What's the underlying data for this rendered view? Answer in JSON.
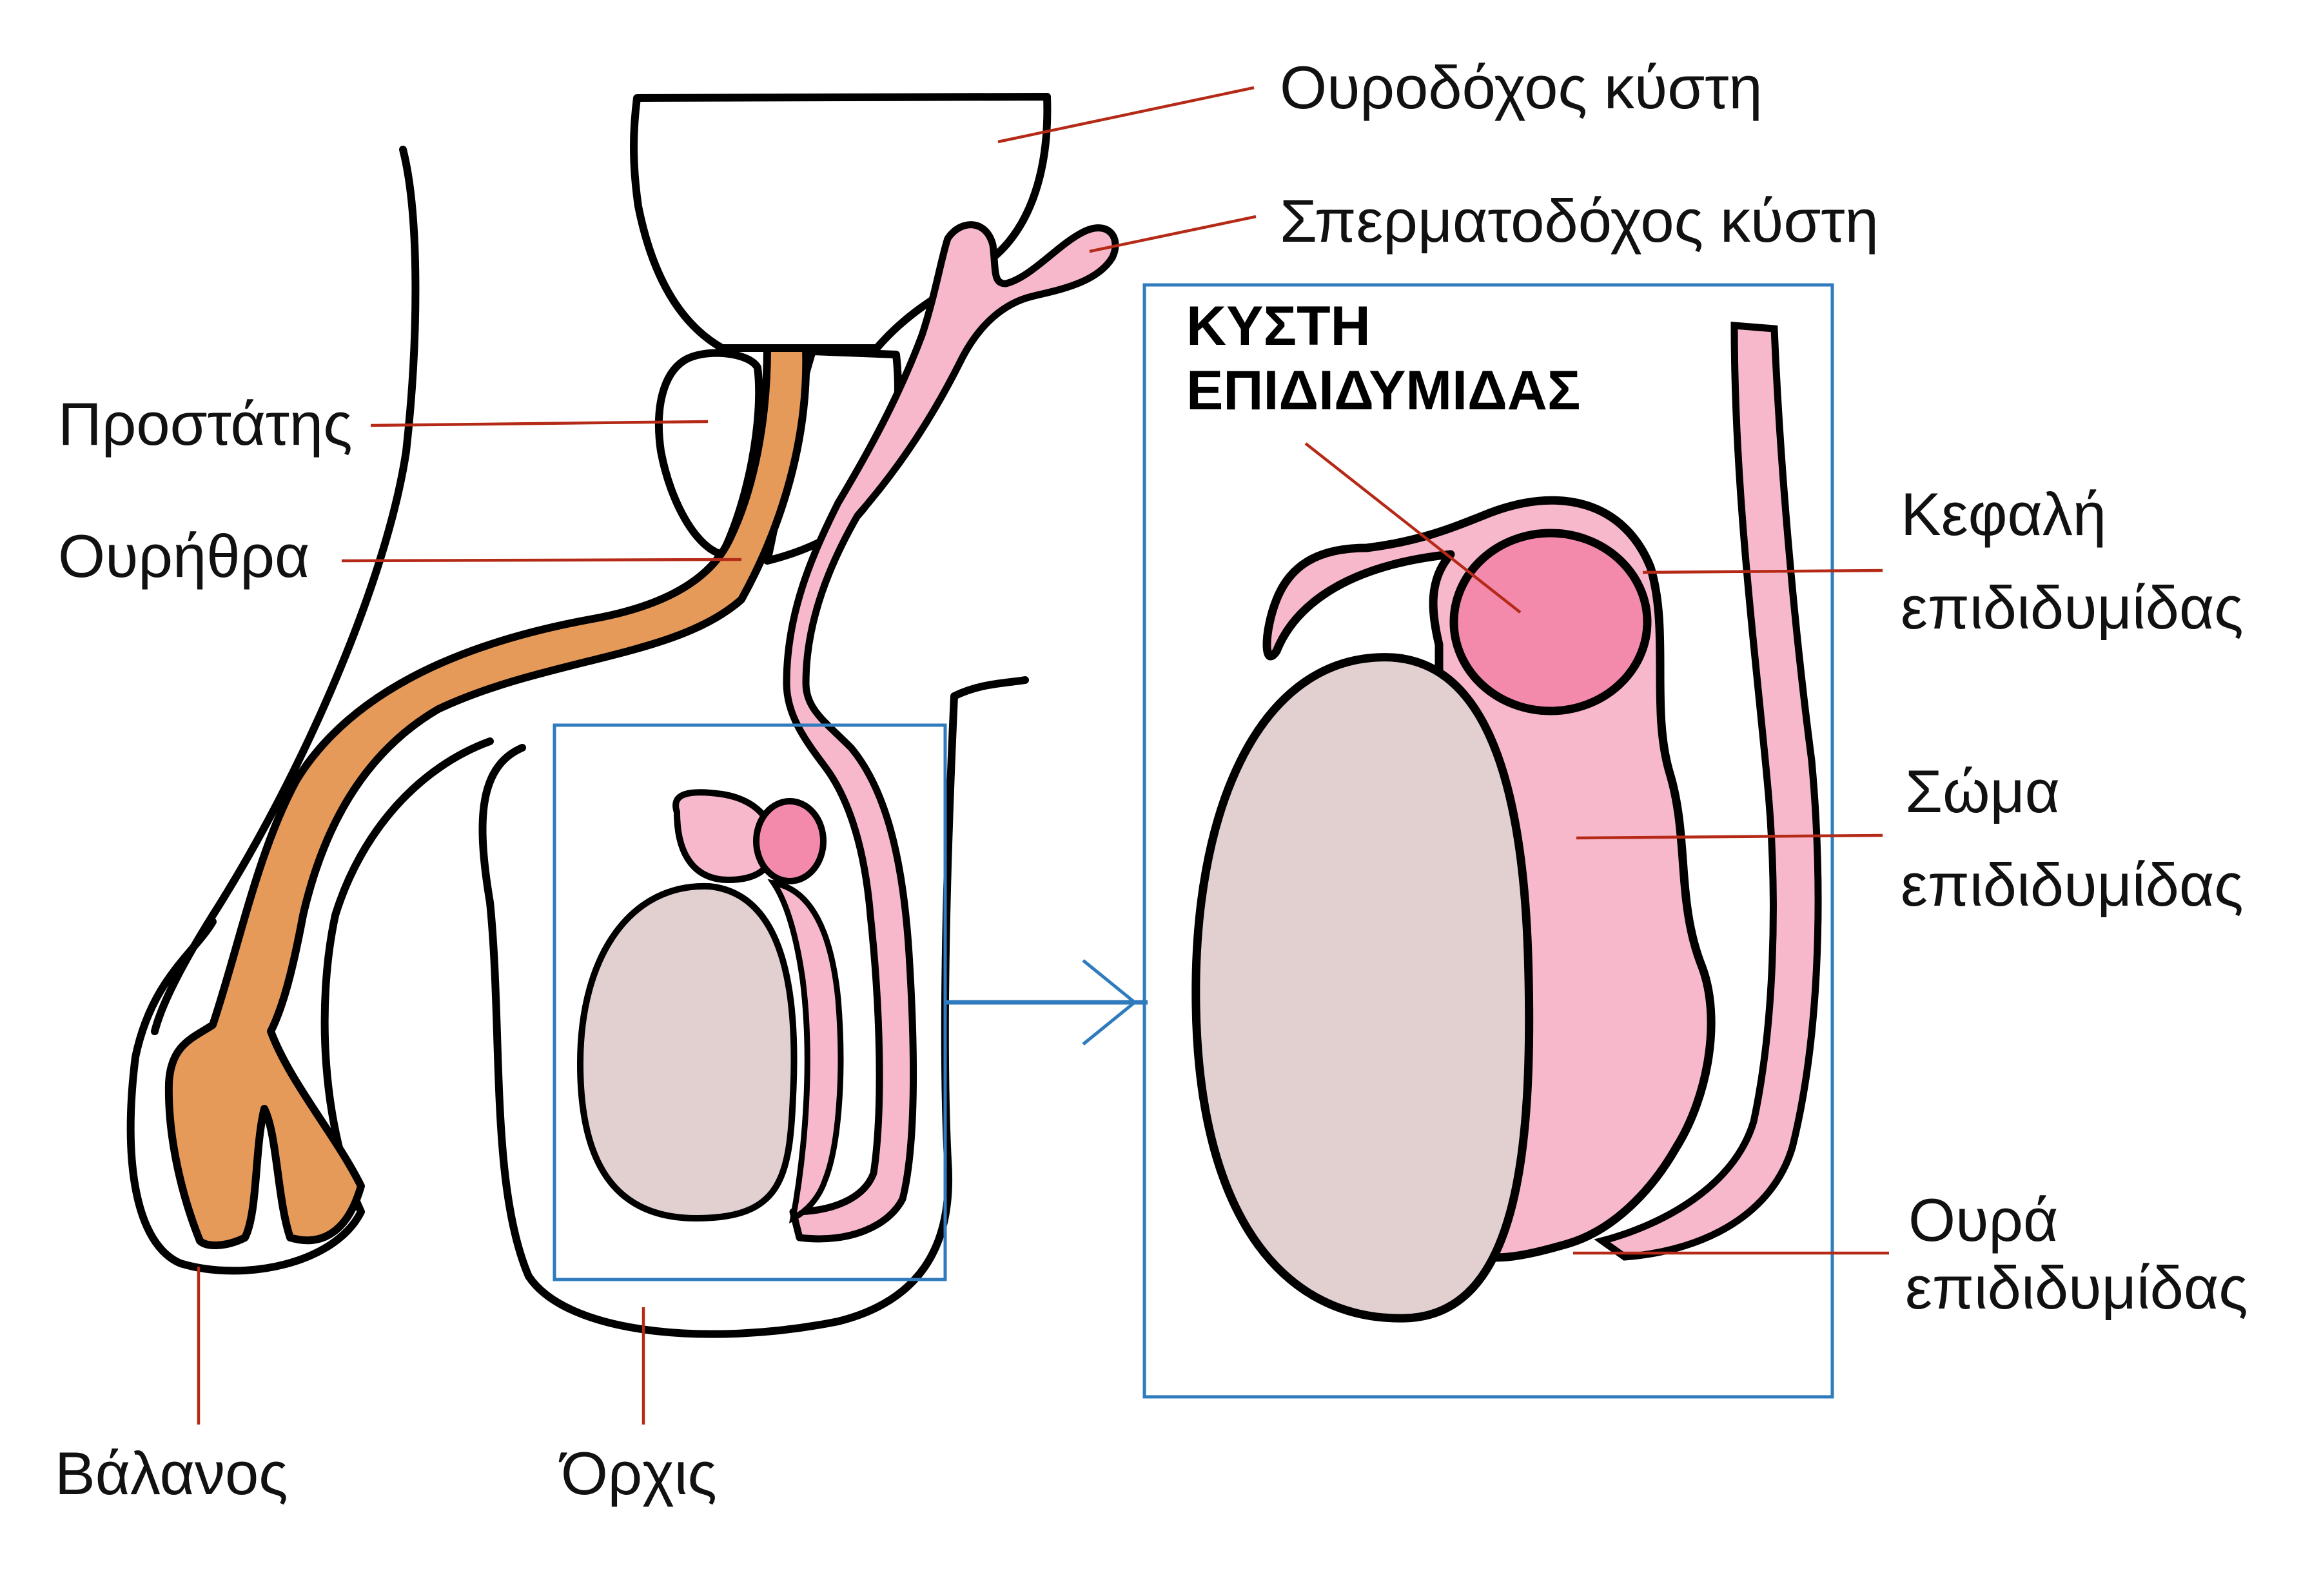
{
  "colors": {
    "bladder": "#e59a5a",
    "prostate": "#9c6640",
    "pink": "#f8b8cb",
    "cyst": "#f38aab",
    "testis": "#e2d0d0",
    "leader": "#b52a17",
    "box": "#2f7bbd"
  },
  "labels": {
    "bladder": "Ουροδόχος κύστη",
    "seminal_vesicle": "Σπερματοδόχος κύστη",
    "prostate": "Προστάτης",
    "urethra": "Ουρήθρα",
    "glans": "Βάλανος",
    "testis": "Όρχις",
    "cyst_title_line1": "ΚΥΣΤΗ",
    "cyst_title_line2": "ΕΠΙΔΙΔΥΜΙΔΑΣ",
    "head_line1": "Κεφαλή",
    "head_line2": "επιδιδυμίδας",
    "body_line1": "Σώμα",
    "body_line2": "επιδιδυμίδας",
    "tail_line1": "Ουρά",
    "tail_line2": "επιδιδυμίδας"
  }
}
